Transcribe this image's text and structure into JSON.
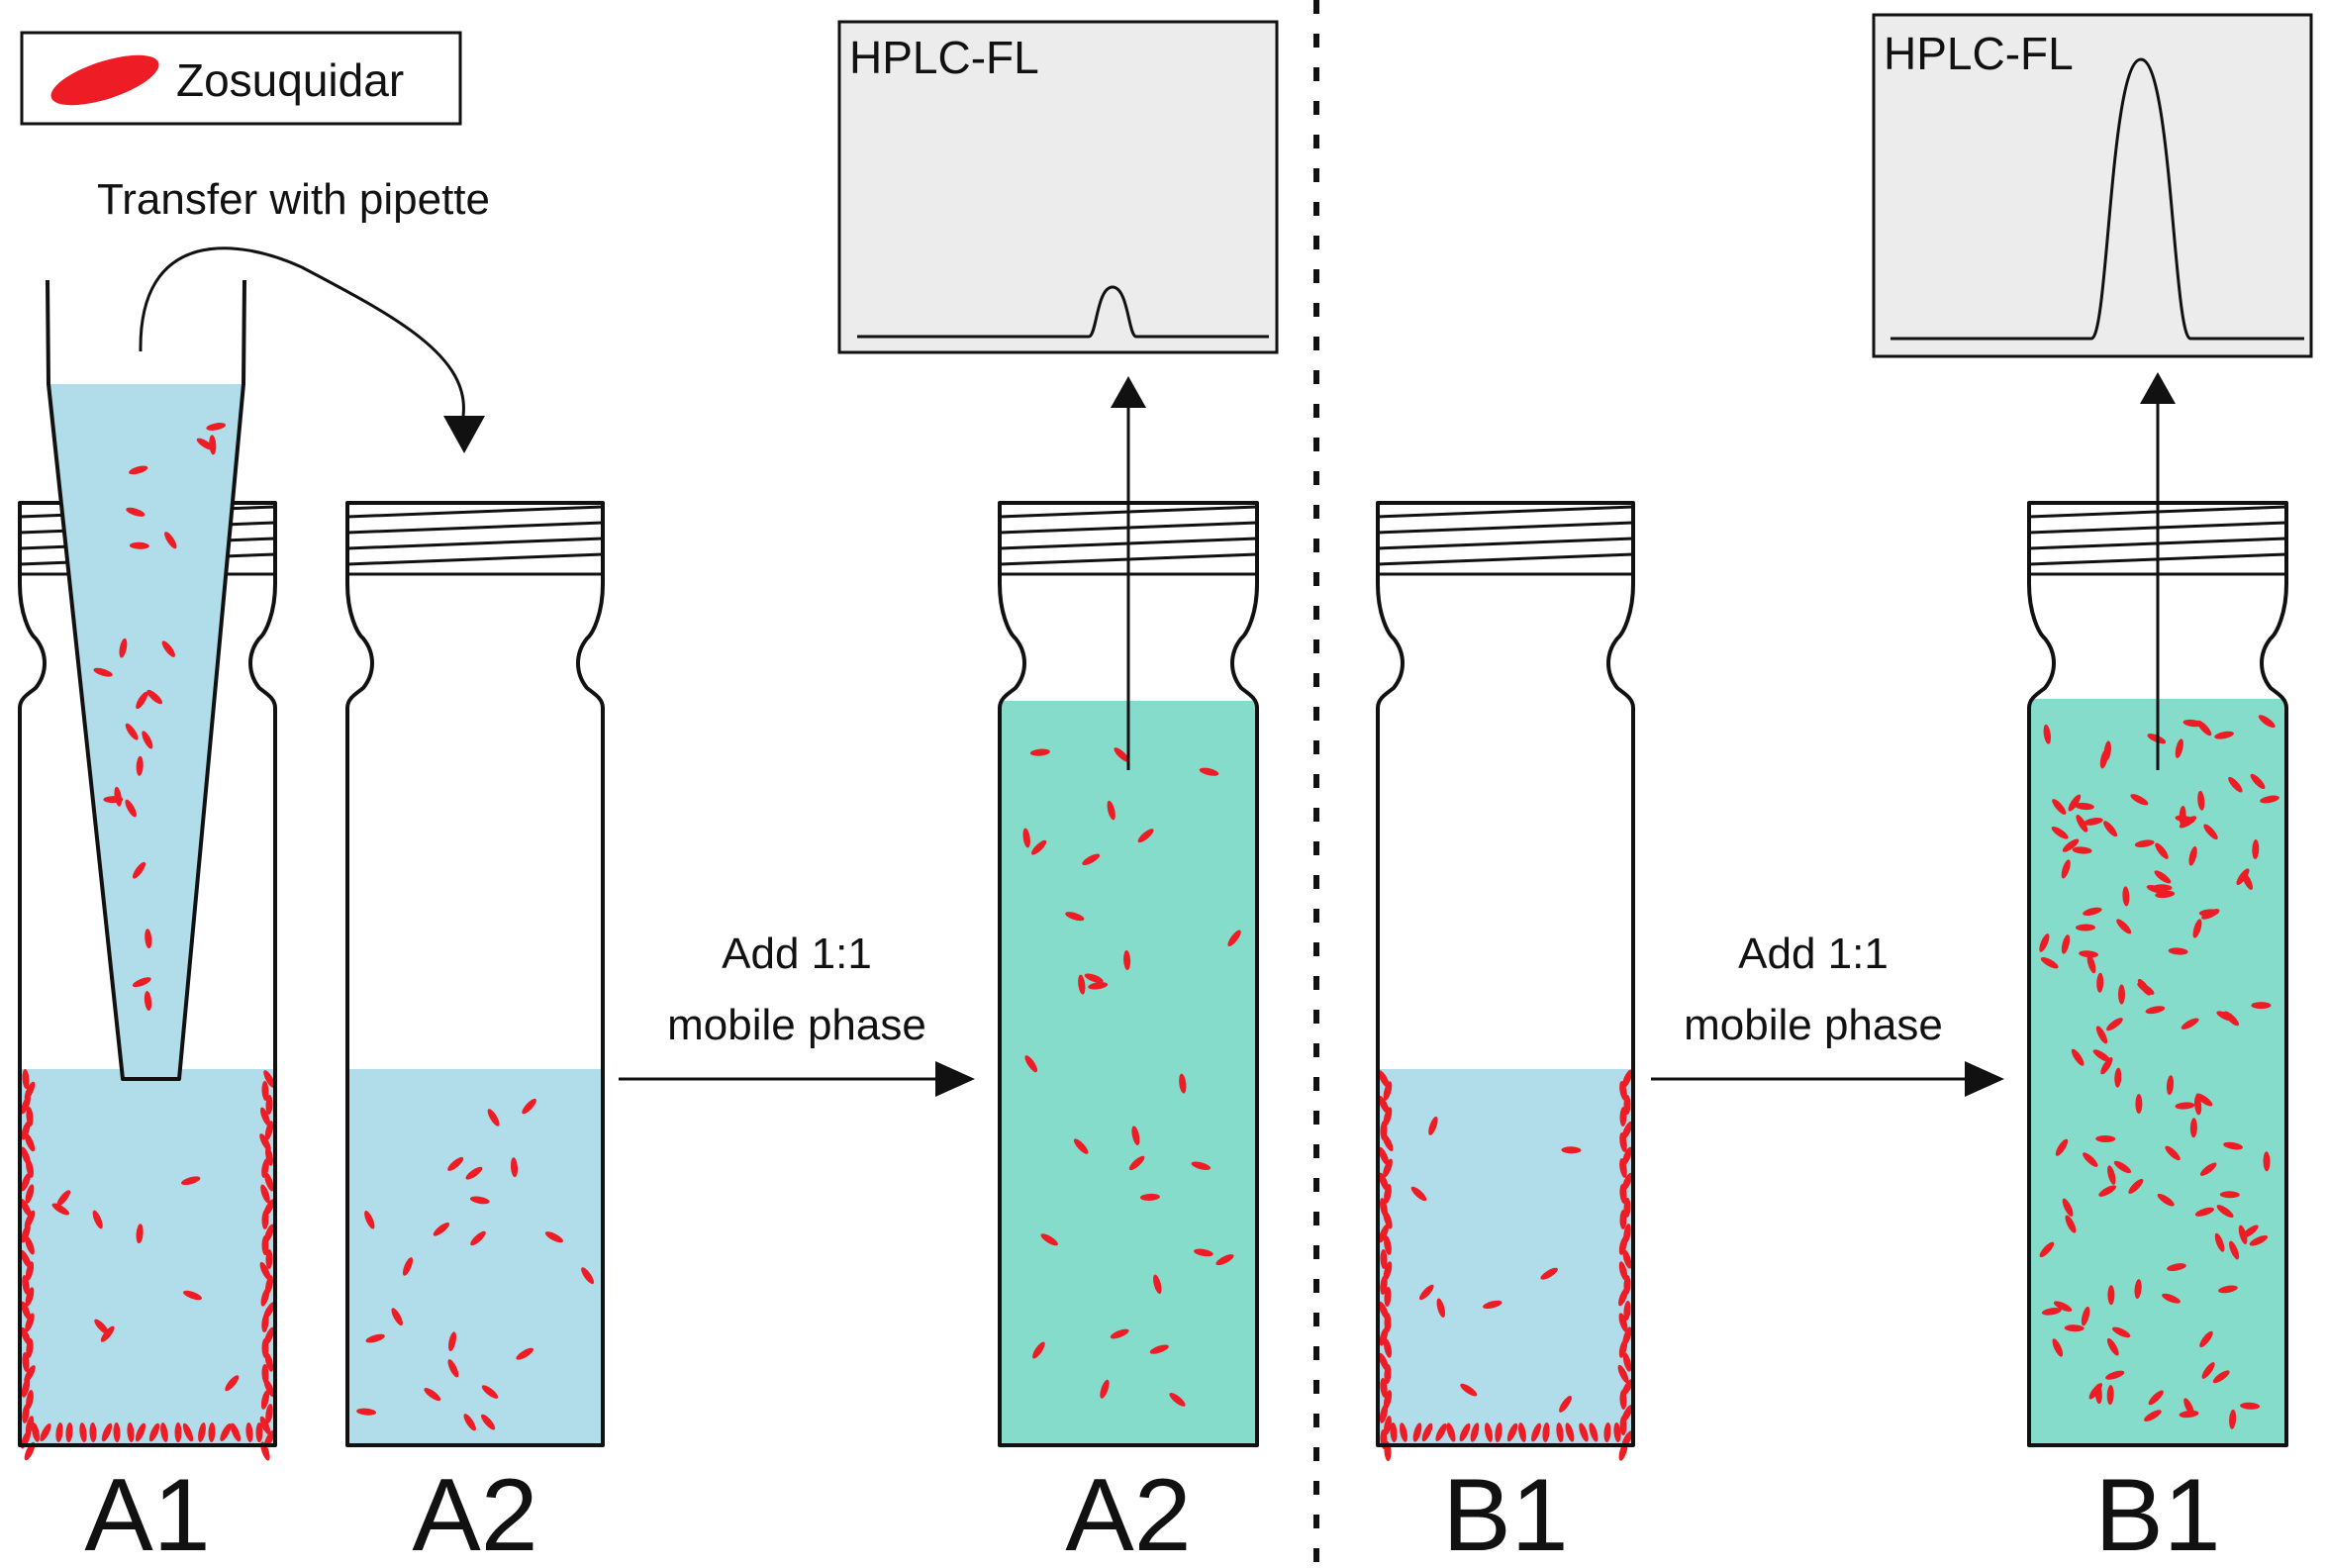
{
  "legend": {
    "label": "Zosuquidar"
  },
  "transfer": {
    "label": "Transfer with pipette"
  },
  "steps": {
    "a": {
      "line1": "Add 1:1",
      "line2": "mobile phase"
    },
    "b": {
      "line1": "Add 1:1",
      "line2": "mobile phase"
    }
  },
  "panels": {
    "a": {
      "title": "HPLC-FL",
      "peak_level": "small"
    },
    "b": {
      "title": "HPLC-FL",
      "peak_level": "large"
    }
  },
  "vials": {
    "a1_before": {
      "label": "A1"
    },
    "a2_before": {
      "label": "A2"
    },
    "a2_after": {
      "label": "A2"
    },
    "b1_before": {
      "label": "B1"
    },
    "b1_after": {
      "label": "B1"
    }
  },
  "colors": {
    "sample_solution": "#b0dde9",
    "mobile_phase_mix": "#86dccb",
    "zosuquidar": "#ee1c25",
    "panel_background": "#ececec",
    "outline": "#111111"
  }
}
